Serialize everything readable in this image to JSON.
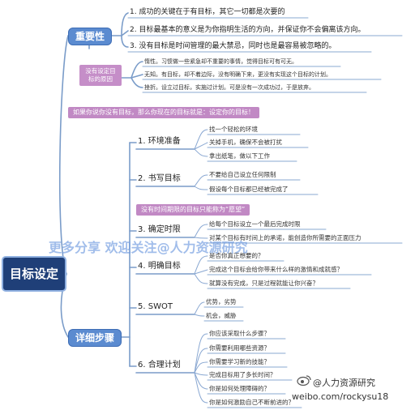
{
  "root": {
    "label": "目标设定"
  },
  "branches": {
    "importance": {
      "label": "重要性"
    },
    "steps": {
      "label": "详细步骤"
    }
  },
  "importance_items": [
    "1. 成功的关键在于有目标，其它一切都是次要的",
    "2. 目标最基本的意义是为你指明生活的方向，并保证你不会偏离该方向。",
    "3. 没有目标是时间管理的最大禁忌，同时也是最容易被忽略的。"
  ],
  "no_goal_reason": {
    "label": "没有设定目标的原因",
    "items": [
      "惰性。习惯做一些紧急却不重要的事情，觉得目标可有可无。",
      "无知。有目标，却不着边际，没有明确下来，更没有实现这个目标的计划。",
      "挫折。设立过目标，实施过计划。可是没有一次成功过，于是放弃。"
    ]
  },
  "intro_bar": "如果你说你没有目标，那么你现在的目标就是：设定你的目标！",
  "dream_bar": "没有时间期限的目标只能称为“愿望”",
  "steps": [
    {
      "label": "1. 环境准备",
      "items": [
        "找一个轻松的环境",
        "关掉手机，确保不会被打扰",
        "拿出纸笔，做以下工作"
      ]
    },
    {
      "label": "2. 书写目标",
      "items": [
        "不要给自己设立任何限制",
        "假设每个目标都已经被完成了"
      ]
    },
    {
      "label": "3. 确定时限",
      "items": [
        "给每个目标设立一个最后完成时限",
        "对某个目标有时间上的承诺，能创造你所需要的正面压力"
      ]
    },
    {
      "label": "4. 明确目标",
      "items": [
        "是否你真正想要的？",
        "完成这个目标会给你带来什么样的激情和成就感？",
        "就算没有完成，只是过程就能让你兴奋？"
      ]
    },
    {
      "label": "5. SWOT",
      "items": [
        "优势，劣势",
        "机会，威胁"
      ]
    },
    {
      "label": "6. 合理计划",
      "items": [
        "你应该采取什么步骤？",
        "你需要利用哪些资源？",
        "你需要学习新的技能？",
        "完成目标用了多长时间？",
        "你是如何处理障碍的？",
        "你是如何激励自己不断前进的？"
      ]
    }
  ],
  "watermark": "更多分享 欢迎关注@人力资源研究",
  "credit": {
    "name": "@人力资源研究",
    "url": "weibo.com/rockysu18"
  },
  "colors": {
    "root": "#1f3f78",
    "branch": "#5b8bd0",
    "pink": "#c58ec8",
    "line": "#7a9cc9"
  }
}
